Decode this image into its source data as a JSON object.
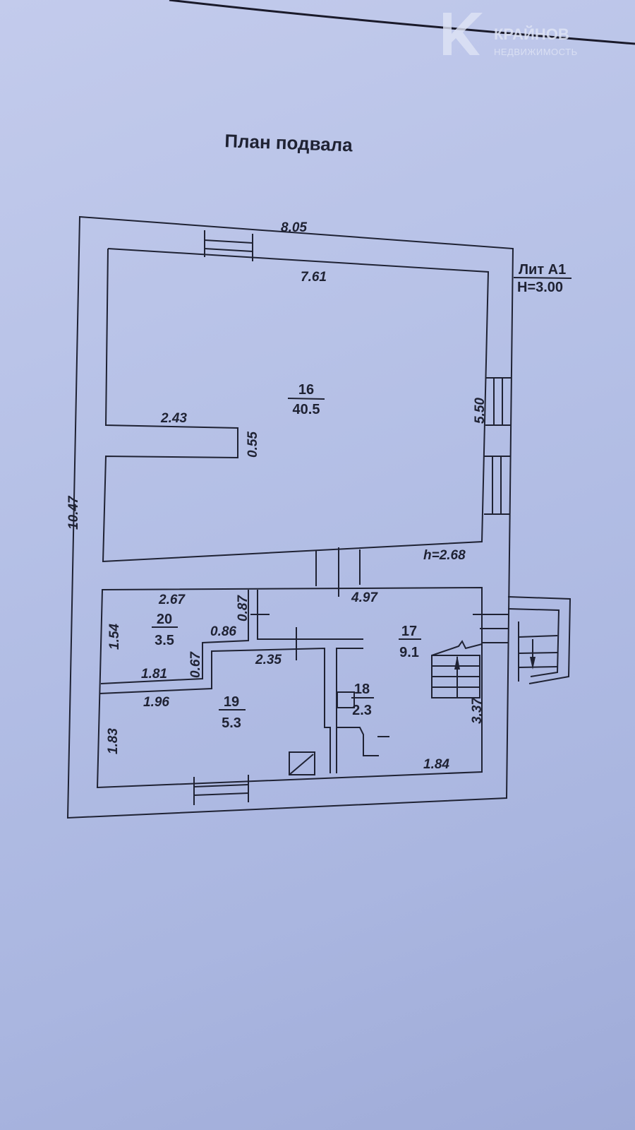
{
  "logo": {
    "name": "КРАЙНОВ",
    "subtitle": "НЕДВИЖИМОСТЬ"
  },
  "title": "План подвала",
  "liter": {
    "name": "Лит А1",
    "height": "H=3.00"
  },
  "dimensions": {
    "outer_top": "8.05",
    "outer_left": "10.47",
    "room16_top": "7.61",
    "room16_right": "5.50",
    "notch_len": "2.43",
    "notch_w": "0.55",
    "room16_height": "h=2.68",
    "d267": "2.67",
    "d154": "1.54",
    "d087": "0.87",
    "d086": "0.86",
    "d067": "0.67",
    "d181": "1.81",
    "d196": "1.96",
    "d183": "1.83",
    "d235": "2.35",
    "d497": "4.97",
    "d337": "3.37",
    "d184": "1.84"
  },
  "rooms": [
    {
      "number": "16",
      "area": "40.5"
    },
    {
      "number": "17",
      "area": "9.1"
    },
    {
      "number": "18",
      "area": "2.3"
    },
    {
      "number": "19",
      "area": "5.3"
    },
    {
      "number": "20",
      "area": "3.5"
    }
  ]
}
